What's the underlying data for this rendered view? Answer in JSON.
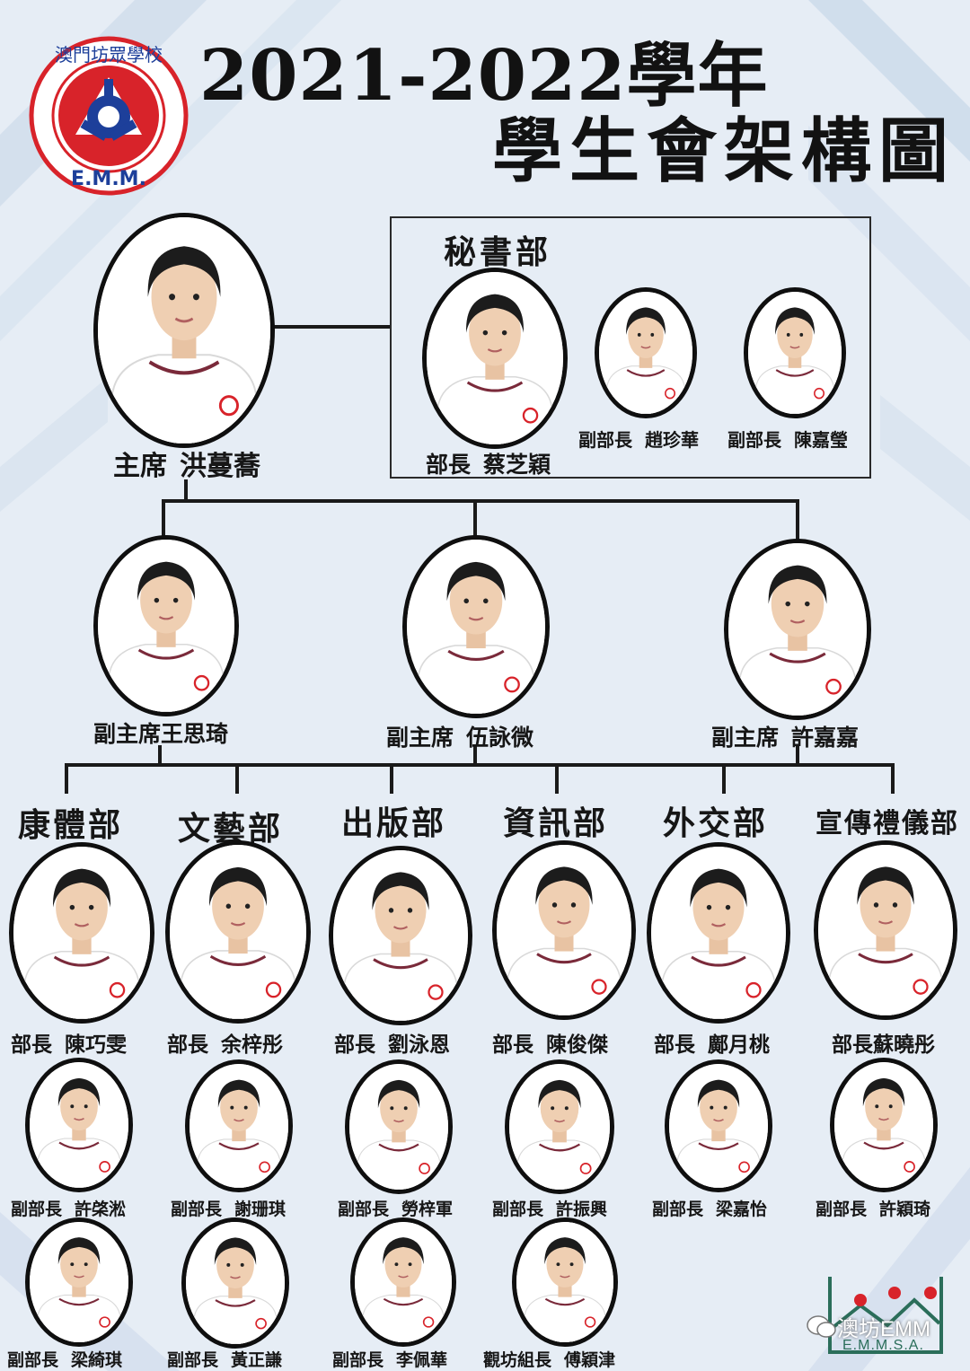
{
  "header": {
    "title_line1": "2021-2022學年",
    "title_line2": "學生會架構圖"
  },
  "logo": {
    "top_text": "澳門坊眾學校",
    "bottom_text": "E.M.M.",
    "colors": {
      "ring": "#d8232a",
      "inner": "#1d3f9a"
    }
  },
  "president": {
    "role": "主席",
    "name": "洪蔓蕎"
  },
  "secretariat": {
    "title": "秘書部",
    "members": [
      {
        "role": "部長",
        "name": "蔡芝穎"
      },
      {
        "role": "副部長",
        "name": "趙珍華"
      },
      {
        "role": "副部長",
        "name": "陳嘉瑩"
      }
    ]
  },
  "vice_presidents": [
    {
      "role": "副主席",
      "name": "王思琦"
    },
    {
      "role": "副主席",
      "name": "伍詠微"
    },
    {
      "role": "副主席",
      "name": "許嘉嘉"
    }
  ],
  "departments": [
    {
      "title": "康體部",
      "head": {
        "role": "部長",
        "name": "陳巧雯"
      },
      "deputies": [
        {
          "role": "副部長",
          "name": "許棨淞"
        },
        {
          "role": "副部長",
          "name": "梁綺琪"
        }
      ]
    },
    {
      "title": "文藝部",
      "head": {
        "role": "部長",
        "name": "余梓彤"
      },
      "deputies": [
        {
          "role": "副部長",
          "name": "謝珊琪"
        },
        {
          "role": "副部長",
          "name": "黃正謙"
        }
      ]
    },
    {
      "title": "出版部",
      "head": {
        "role": "部長",
        "name": "劉泳恩"
      },
      "deputies": [
        {
          "role": "副部長",
          "name": "勞梓軍"
        },
        {
          "role": "副部長",
          "name": "李佩華"
        }
      ]
    },
    {
      "title": "資訊部",
      "head": {
        "role": "部長",
        "name": "陳俊傑"
      },
      "deputies": [
        {
          "role": "副部長",
          "name": "許振興"
        },
        {
          "role": "觀坊組長",
          "name": "傅穎津"
        }
      ]
    },
    {
      "title": "外交部",
      "head": {
        "role": "部長",
        "name": "鄺月桃"
      },
      "deputies": [
        {
          "role": "副部長",
          "name": "梁嘉怡"
        }
      ]
    },
    {
      "title": "宣傳禮儀部",
      "head": {
        "role": "部長",
        "name": "蘇曉彤"
      },
      "deputies": [
        {
          "role": "副部長",
          "name": "許穎琦"
        }
      ]
    }
  ],
  "watermark": {
    "text": "澳坊EMM",
    "sub": "E.M.M.S.A."
  },
  "colors": {
    "background": "#e4ebf3",
    "stripe": "#c9d9ea",
    "uniform": "#ffffff",
    "tie": "#a31f2b"
  }
}
